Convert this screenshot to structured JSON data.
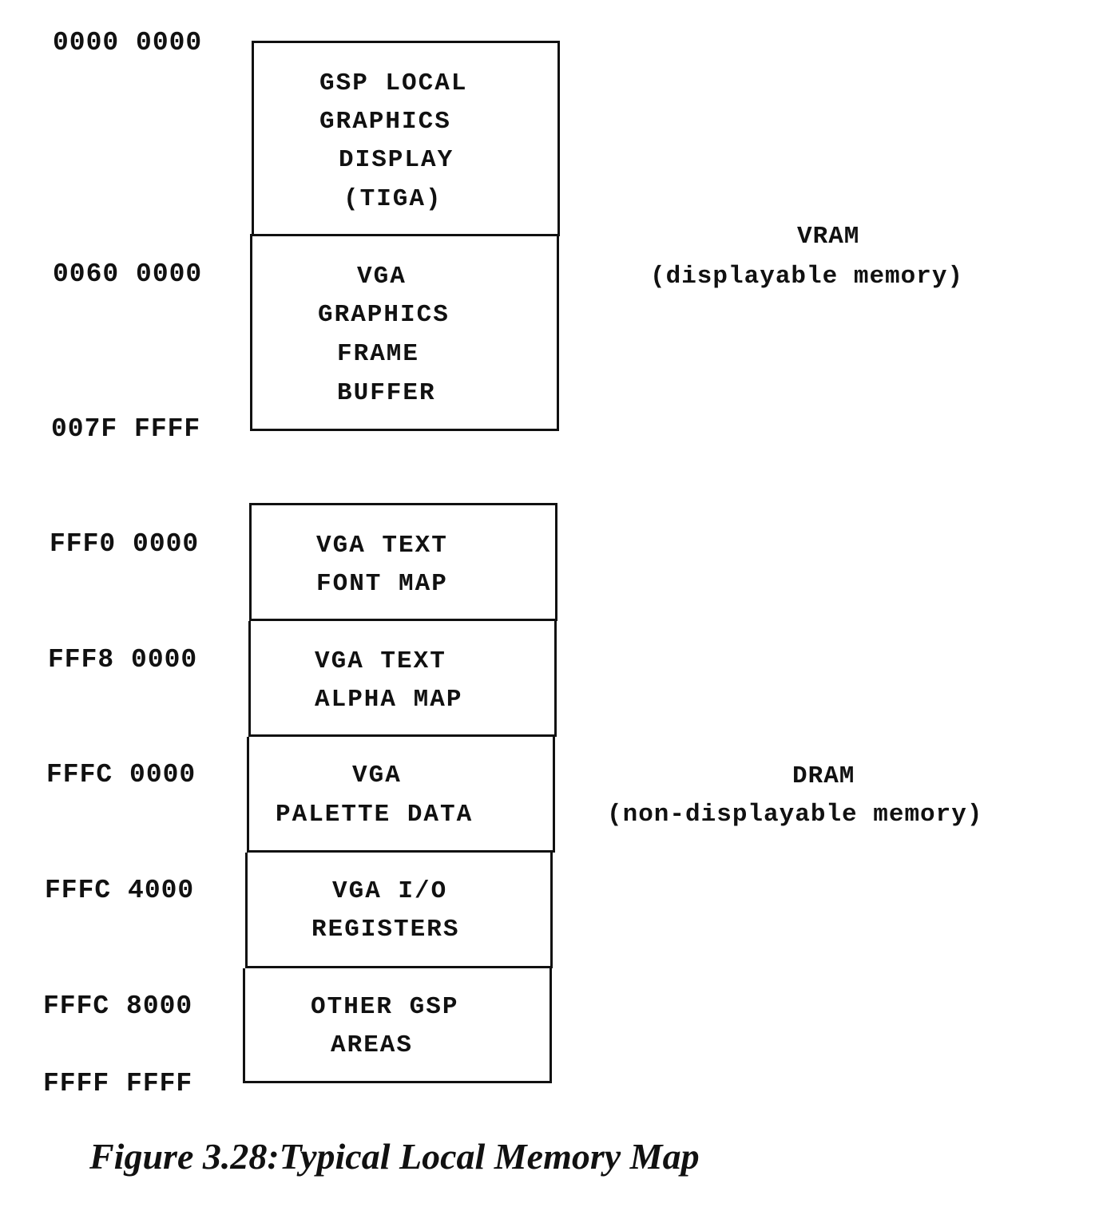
{
  "vram": {
    "addresses": [
      "0000 0000",
      "0060 0000",
      "007F FFFF"
    ],
    "blocks": [
      {
        "lines": [
          "GSP LOCAL",
          "GRAPHICS",
          "DISPLAY",
          "(TIGA)"
        ]
      },
      {
        "lines": [
          "VGA",
          "GRAPHICS",
          "FRAME",
          "BUFFER"
        ]
      }
    ],
    "label": "VRAM",
    "sublabel": "(displayable memory)"
  },
  "dram": {
    "addresses": [
      "FFF0 0000",
      "FFF8 0000",
      "FFFC 0000",
      "FFFC 4000",
      "FFFC 8000",
      "FFFF FFFF"
    ],
    "blocks": [
      {
        "lines": [
          "VGA TEXT",
          "FONT MAP"
        ]
      },
      {
        "lines": [
          "VGA TEXT",
          "ALPHA MAP"
        ]
      },
      {
        "lines": [
          "VGA",
          "PALETTE DATA"
        ]
      },
      {
        "lines": [
          "VGA I/O",
          "REGISTERS"
        ]
      },
      {
        "lines": [
          "OTHER GSP",
          "AREAS"
        ]
      }
    ],
    "label": "DRAM",
    "sublabel": "(non-displayable memory)"
  },
  "caption": "Figure 3.28:Typical Local Memory Map"
}
